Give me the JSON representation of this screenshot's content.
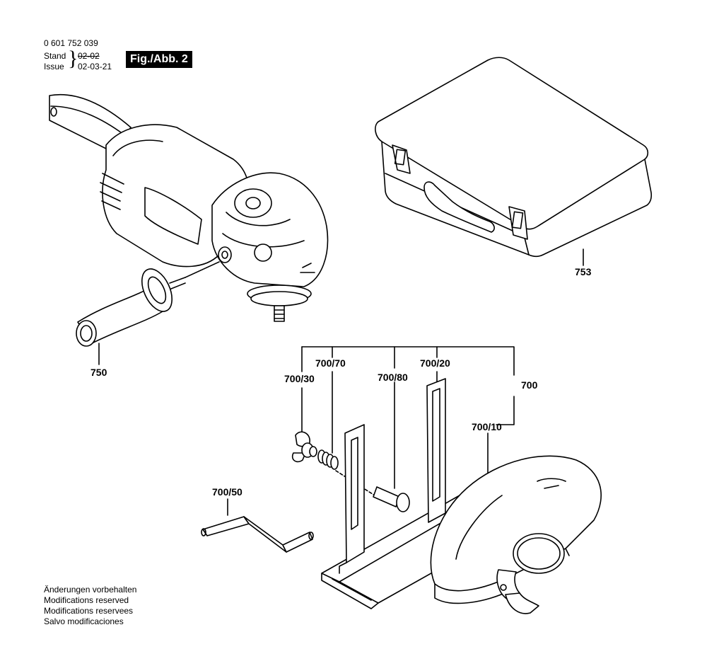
{
  "header": {
    "part_number": "0 601 752 039",
    "stand_label": "Stand",
    "stand_date": "02-02",
    "issue_label": "Issue",
    "issue_date": "02-03-21",
    "figure_label": "Fig./Abb. 2"
  },
  "callouts": {
    "c750": "750",
    "c753": "753",
    "c700": "700",
    "c700_10": "700/10",
    "c700_20": "700/20",
    "c700_30": "700/30",
    "c700_50": "700/50",
    "c700_70": "700/70",
    "c700_80": "700/80"
  },
  "footer": {
    "lines": [
      "Änderungen vorbehalten",
      "Modifications reserved",
      "Modifications reservees",
      "Salvo modificaciones"
    ]
  },
  "components": [
    "angle-grinder",
    "side-handle",
    "carrying-case",
    "cutting-guide-assembly",
    "wing-nut",
    "spring",
    "carriage-bolt",
    "hex-key",
    "cutting-guard"
  ]
}
